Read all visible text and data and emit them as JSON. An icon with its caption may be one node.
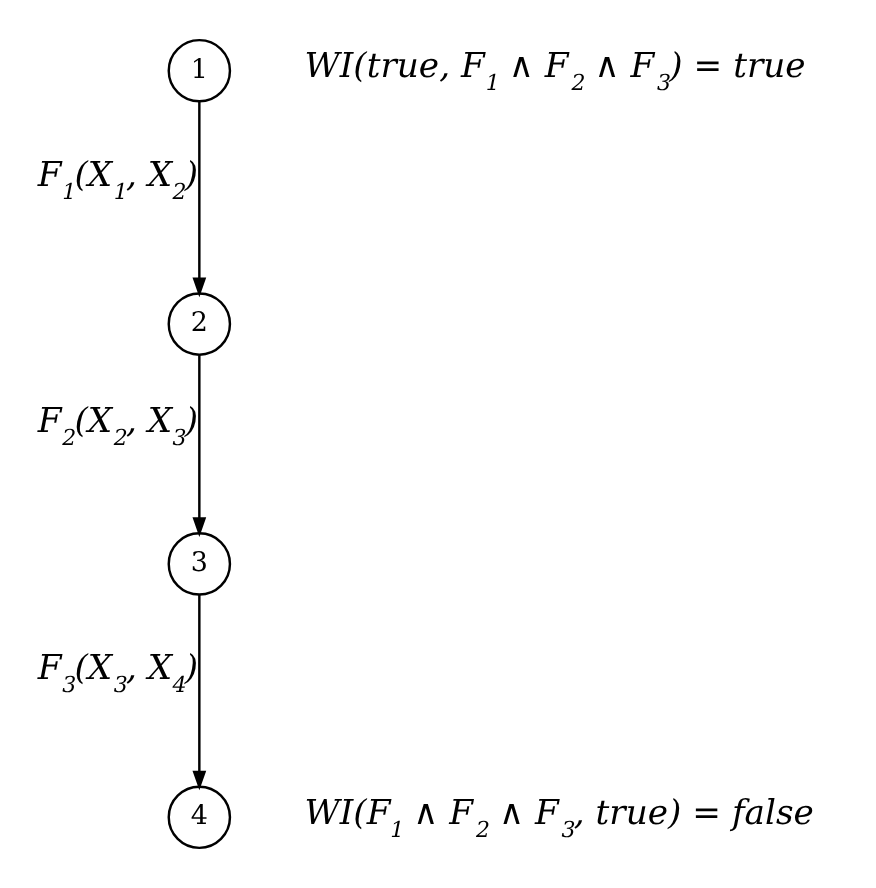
{
  "diagram": {
    "nodes": [
      {
        "text": [
          "1"
        ],
        "beside": [
          "WI(true, F$_{1}$ ∧ F$_{2}$ ∧ F$_{3}$) = true"
        ]
      },
      {
        "text": [
          "2"
        ]
      },
      {
        "text": [
          "3"
        ]
      },
      {
        "text": [
          "4"
        ],
        "beside": [
          "WI(F$_{1}$ ∧ F$_{2}$ ∧ F$_{3}$, true) = false"
        ]
      }
    ],
    "edges": [
      {
        "from": 0,
        "to": 1,
        "arrow": "to",
        "label": "F$_{1}$(X$_{1}$, X$_{2}$)"
      },
      {
        "from": 1,
        "to": 2,
        "arrow": "to",
        "label": "F$_{2}$(X$_{2}$, X$_{3}$)"
      },
      {
        "from": 2,
        "to": 3,
        "arrow": "to",
        "label": "F$_{3}$(X$_{3}$, X$_{4}$)"
      }
    ]
  }
}
